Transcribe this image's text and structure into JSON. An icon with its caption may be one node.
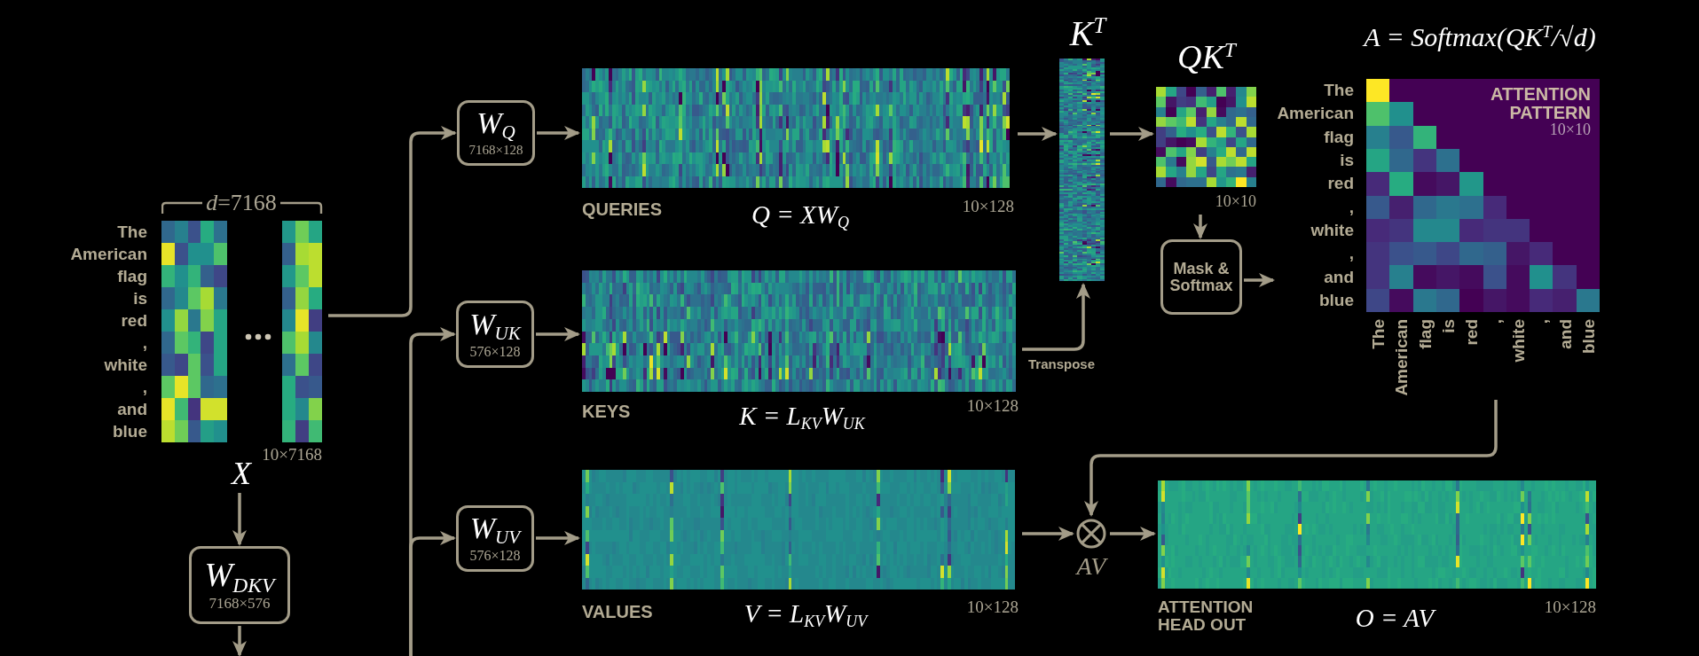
{
  "diagram": {
    "nodes": [
      {
        "text": [],
        "shape": "picture",
        "beside": [
          "*d*=7168",
          "The",
          "American",
          "flag",
          "is",
          "red",
          ",",
          "white",
          ",",
          "and",
          "blue",
          "10×7168",
          "X"
        ]
      },
      {
        "text": [
          "W$_{Q}$",
          "7168×128"
        ]
      },
      {
        "text": [],
        "shape": "picture",
        "beside": [
          "QUERIES",
          "Q = XW$_{Q}$",
          "10×128"
        ]
      },
      {
        "text": [],
        "shape": "picture",
        "beside": [
          "K$^{T}$"
        ]
      },
      {
        "text": [],
        "shape": "picture",
        "beside": [
          "QK$^{T}$",
          "10×10"
        ]
      },
      {
        "text": [
          "Mask & Softmax"
        ]
      },
      {
        "text": [
          "ATTENTION PATTERN",
          "10×10"
        ],
        "beside": [
          "A = Softmax(QK$^{T}$/√d)",
          "The",
          "American",
          "flag",
          "is",
          "red",
          ",",
          "white",
          ",",
          "and",
          "blue",
          "The",
          "American",
          "flag",
          "is",
          "red",
          ",",
          "white",
          ",",
          "and",
          "blue"
        ]
      },
      {
        "text": [
          "W$_{UK}$",
          "576×128"
        ]
      },
      {
        "text": [],
        "shape": "picture",
        "beside": [
          "KEYS",
          "K = L$_{KV}$W$_{UK}$",
          "10×128"
        ]
      },
      {
        "text": [
          "W$_{DKV}$",
          "7168×576"
        ]
      },
      {
        "text": [
          "W$_{UV}$",
          "576×128"
        ]
      },
      {
        "text": [],
        "shape": "picture",
        "beside": [
          "VALUES",
          "V = L$_{KV}$W$_{UV}$",
          "10×128"
        ]
      },
      {
        "text": [],
        "shape": "circle",
        "beside": [
          "AV"
        ]
      },
      {
        "text": [],
        "shape": "picture",
        "beside": [
          "ATTENTION HEAD OUT",
          "O = AV",
          "10×128"
        ]
      }
    ],
    "edges": [
      {
        "from": 0,
        "to": 1,
        "arrow": "to"
      },
      {
        "from": 0,
        "to": 9,
        "arrow": "to"
      },
      {
        "from": 9,
        "to": null,
        "arrow": "to"
      },
      {
        "from": null,
        "to": 7,
        "arrow": "to"
      },
      {
        "from": null,
        "to": 10,
        "arrow": "to"
      },
      {
        "from": 1,
        "to": 2,
        "arrow": "to"
      },
      {
        "from": 7,
        "to": 8,
        "arrow": "to"
      },
      {
        "from": 10,
        "to": 11,
        "arrow": "to"
      },
      {
        "from": 2,
        "to": 3,
        "arrow": "to"
      },
      {
        "from": 8,
        "to": 3,
        "arrow": "to",
        "label": "Transpose"
      },
      {
        "from": 3,
        "to": 4,
        "arrow": "to"
      },
      {
        "from": 4,
        "to": 5,
        "arrow": "to"
      },
      {
        "from": 5,
        "to": 6,
        "arrow": "to"
      },
      {
        "from": 6,
        "to": 12,
        "arrow": "to"
      },
      {
        "from": 11,
        "to": 12,
        "arrow": "to"
      },
      {
        "from": 12,
        "to": 13,
        "arrow": "to"
      }
    ]
  }
}
